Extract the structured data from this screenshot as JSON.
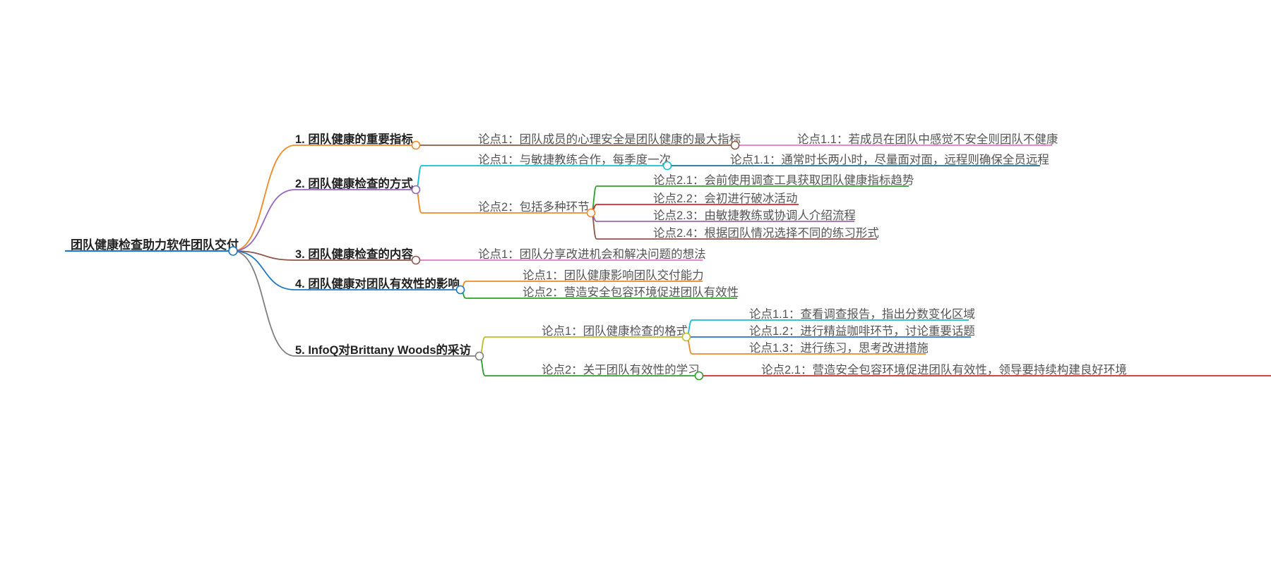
{
  "mindmap": {
    "root": {
      "label": "团队健康检查助力软件团队交付",
      "color": "#1f78c1",
      "children": [
        {
          "label": "1. 团队健康的重要指标",
          "color": "#f08a24",
          "children": [
            {
              "label": "论点1：团队成员的心理安全是团队健康的最大指标",
              "color": "#8a5a44",
              "children": [
                {
                  "label": "论点1.1：若成员在团队中感觉不安全则团队不健康",
                  "color": "#e377c2"
                }
              ]
            }
          ]
        },
        {
          "label": "2. 团队健康检查的方式",
          "color": "#9467bd",
          "children": [
            {
              "label": "论点1：与敏捷教练合作，每季度一次",
              "color": "#17becf",
              "children": [
                {
                  "label": "论点1.1：通常时长两小时，尽量面对面，远程则确保全员远程",
                  "color": "#1f6f8b"
                }
              ]
            },
            {
              "label": "论点2：包括多种环节",
              "color": "#f08a24",
              "children": [
                {
                  "label": "论点2.1：会前使用调查工具获取团队健康指标趋势",
                  "color": "#2ca02c"
                },
                {
                  "label": "论点2.2：会初进行破冰活动",
                  "color": "#d62728"
                },
                {
                  "label": "论点2.3：由敏捷教练或协调人介绍流程",
                  "color": "#9467bd"
                },
                {
                  "label": "论点2.4：根据团队情况选择不同的练习形式",
                  "color": "#8c564b"
                }
              ]
            }
          ]
        },
        {
          "label": "3. 团队健康检查的内容",
          "color": "#8c564b",
          "children": [
            {
              "label": "论点1：团队分享改进机会和解决问题的想法",
              "color": "#e377c2",
              "children": []
            }
          ]
        },
        {
          "label": "4. 团队健康对团队有效性的影响",
          "color": "#1f78c1",
          "children": [
            {
              "label": "论点1：团队健康影响团队交付能力",
              "color": "#f08a24",
              "children": []
            },
            {
              "label": "论点2：营造安全包容环境促进团队有效性",
              "color": "#2ca02c",
              "children": []
            }
          ]
        },
        {
          "label": "5. InfoQ对Brittany Woods的采访",
          "color": "#7f7f7f",
          "children": [
            {
              "label": "论点1：团队健康检查的格式",
              "color": "#bcbd22",
              "children": [
                {
                  "label": "论点1.1：查看调查报告，指出分数变化区域",
                  "color": "#17becf"
                },
                {
                  "label": "论点1.2：进行精益咖啡环节，讨论重要话题",
                  "color": "#1f78c1"
                },
                {
                  "label": "论点1.3：进行练习，思考改进措施",
                  "color": "#f08a24"
                }
              ]
            },
            {
              "label": "论点2：关于团队有效性的学习",
              "color": "#2ca02c",
              "children": [
                {
                  "label": "论点2.1：营造安全包容环境促进团队有效性，领导要持续构建良好环境",
                  "color": "#d62728"
                }
              ]
            }
          ]
        }
      ]
    }
  }
}
